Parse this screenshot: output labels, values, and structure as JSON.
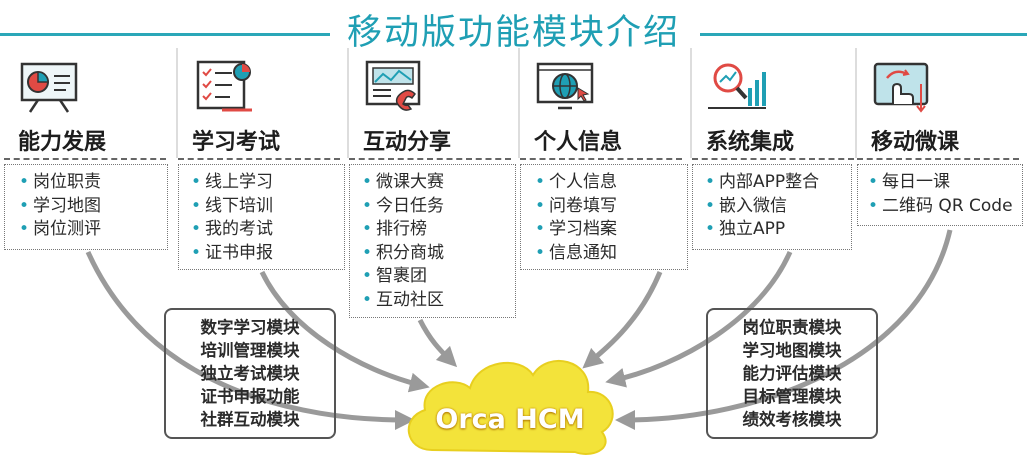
{
  "title": "移动版功能模块介绍",
  "columns": [
    {
      "heading": "能力发展",
      "icon": "presentation-chart-icon",
      "items": [
        "岗位职责",
        "学习地图",
        "岗位测评"
      ]
    },
    {
      "heading": "学习考试",
      "icon": "checklist-pencil-icon",
      "items": [
        "线上学习",
        "线下培训",
        "我的考试",
        "证书申报"
      ]
    },
    {
      "heading": "互动分享",
      "icon": "newspaper-phone-icon",
      "items": [
        "微课大赛",
        "今日任务",
        "排行榜",
        "积分商城",
        "智裹团",
        "互动社区"
      ]
    },
    {
      "heading": "个人信息",
      "icon": "globe-monitor-icon",
      "items": [
        "个人信息",
        "问卷填写",
        "学习档案",
        "信息通知"
      ]
    },
    {
      "heading": "系统集成",
      "icon": "magnifier-growth-icon",
      "items": [
        "内部APP整合",
        "嵌入微信",
        "独立APP"
      ]
    },
    {
      "heading": "移动微课",
      "icon": "tablet-touch-icon",
      "items": [
        "每日一课",
        "二维码 QR Code"
      ]
    }
  ],
  "left_modules": [
    "数字学习模块",
    "培训管理模块",
    "独立考试模块",
    "证书申报功能",
    "社群互动模块"
  ],
  "right_modules": [
    "岗位职责模块",
    "学习地图模块",
    "能力评估模块",
    "目标管理模块",
    "绩效考核模块"
  ],
  "center_label": "Orca HCM",
  "colors": {
    "accent": "#1f9fb4",
    "arrow": "#9a9a9a",
    "cloud": "#f3e33a"
  }
}
